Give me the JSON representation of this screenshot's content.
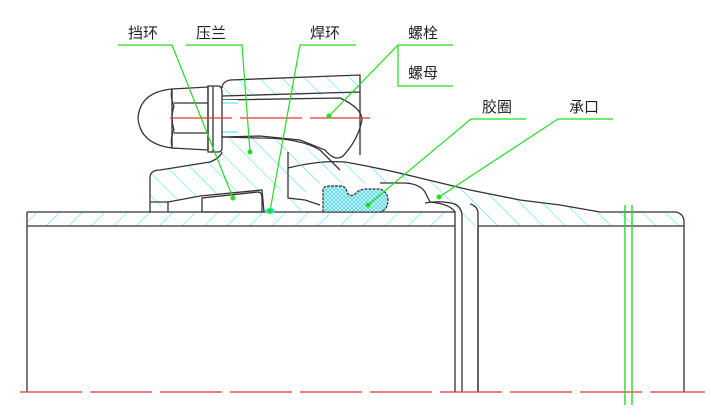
{
  "title": "管道柔性接口剖面图",
  "labels": {
    "retaining_ring": "挡环",
    "gland": "压兰",
    "weld_ring": "焊环",
    "bolt": "螺栓",
    "nut": "螺母",
    "rubber_ring": "胶圈",
    "socket": "承口"
  },
  "colors": {
    "outline": "#333333",
    "hatch": "#38e4f0",
    "leader": "#22dd22",
    "centerline": "#ee3333",
    "rubber_fill": "#a8f0f8"
  }
}
